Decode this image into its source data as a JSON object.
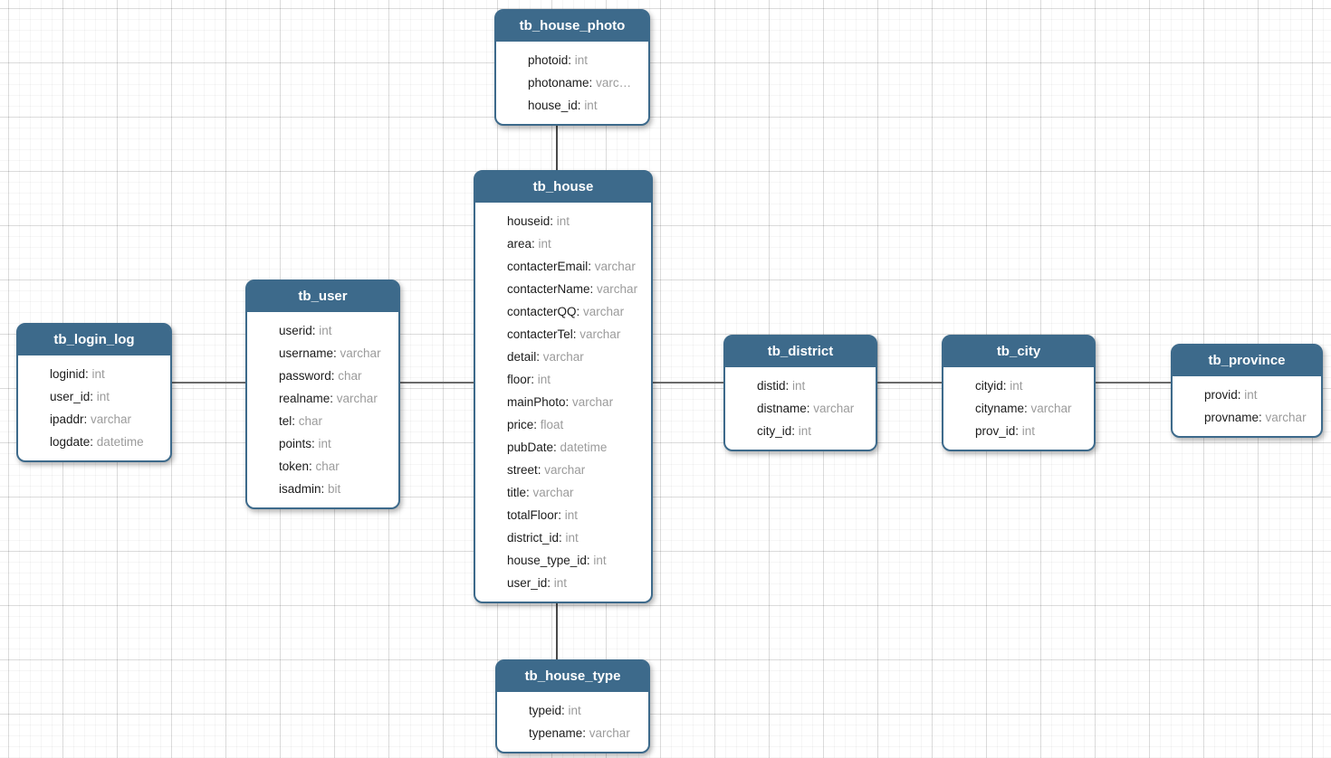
{
  "diagram": {
    "colors": {
      "header": "#3d6a8b",
      "border": "#3d6a8b",
      "field_name": "#1c1c1c",
      "field_type": "#9b9b9b",
      "connector": "#6a6a6a"
    },
    "tables": [
      {
        "title": "tb_house_photo",
        "fields": [
          {
            "name": "photoid",
            "type": "int"
          },
          {
            "name": "photoname",
            "type": "varc…"
          },
          {
            "name": "house_id",
            "type": "int"
          }
        ]
      },
      {
        "title": "tb_house",
        "fields": [
          {
            "name": "houseid",
            "type": "int"
          },
          {
            "name": "area",
            "type": "int"
          },
          {
            "name": "contacterEmail",
            "type": "varchar"
          },
          {
            "name": "contacterName",
            "type": "varchar"
          },
          {
            "name": "contacterQQ",
            "type": "varchar"
          },
          {
            "name": "contacterTel",
            "type": "varchar"
          },
          {
            "name": "detail",
            "type": "varchar"
          },
          {
            "name": "floor",
            "type": "int"
          },
          {
            "name": "mainPhoto",
            "type": "varchar"
          },
          {
            "name": "price",
            "type": "float"
          },
          {
            "name": "pubDate",
            "type": "datetime"
          },
          {
            "name": "street",
            "type": "varchar"
          },
          {
            "name": "title",
            "type": "varchar"
          },
          {
            "name": "totalFloor",
            "type": "int"
          },
          {
            "name": "district_id",
            "type": "int"
          },
          {
            "name": "house_type_id",
            "type": "int"
          },
          {
            "name": "user_id",
            "type": "int"
          }
        ]
      },
      {
        "title": "tb_user",
        "fields": [
          {
            "name": "userid",
            "type": "int"
          },
          {
            "name": "username",
            "type": "varchar"
          },
          {
            "name": "password",
            "type": "char"
          },
          {
            "name": "realname",
            "type": "varchar"
          },
          {
            "name": "tel",
            "type": "char"
          },
          {
            "name": "points",
            "type": "int"
          },
          {
            "name": "token",
            "type": "char"
          },
          {
            "name": "isadmin",
            "type": "bit"
          }
        ]
      },
      {
        "title": "tb_login_log",
        "fields": [
          {
            "name": "loginid",
            "type": "int"
          },
          {
            "name": "user_id",
            "type": "int"
          },
          {
            "name": "ipaddr",
            "type": "varchar"
          },
          {
            "name": "logdate",
            "type": "datetime"
          }
        ]
      },
      {
        "title": "tb_district",
        "fields": [
          {
            "name": "distid",
            "type": "int"
          },
          {
            "name": "distname",
            "type": "varchar"
          },
          {
            "name": "city_id",
            "type": "int"
          }
        ]
      },
      {
        "title": "tb_city",
        "fields": [
          {
            "name": "cityid",
            "type": "int"
          },
          {
            "name": "cityname",
            "type": "varchar"
          },
          {
            "name": "prov_id",
            "type": "int"
          }
        ]
      },
      {
        "title": "tb_province",
        "fields": [
          {
            "name": "provid",
            "type": "int"
          },
          {
            "name": "provname",
            "type": "varchar"
          }
        ]
      },
      {
        "title": "tb_house_type",
        "fields": [
          {
            "name": "typeid",
            "type": "int"
          },
          {
            "name": "typename",
            "type": "varchar"
          }
        ]
      }
    ]
  }
}
